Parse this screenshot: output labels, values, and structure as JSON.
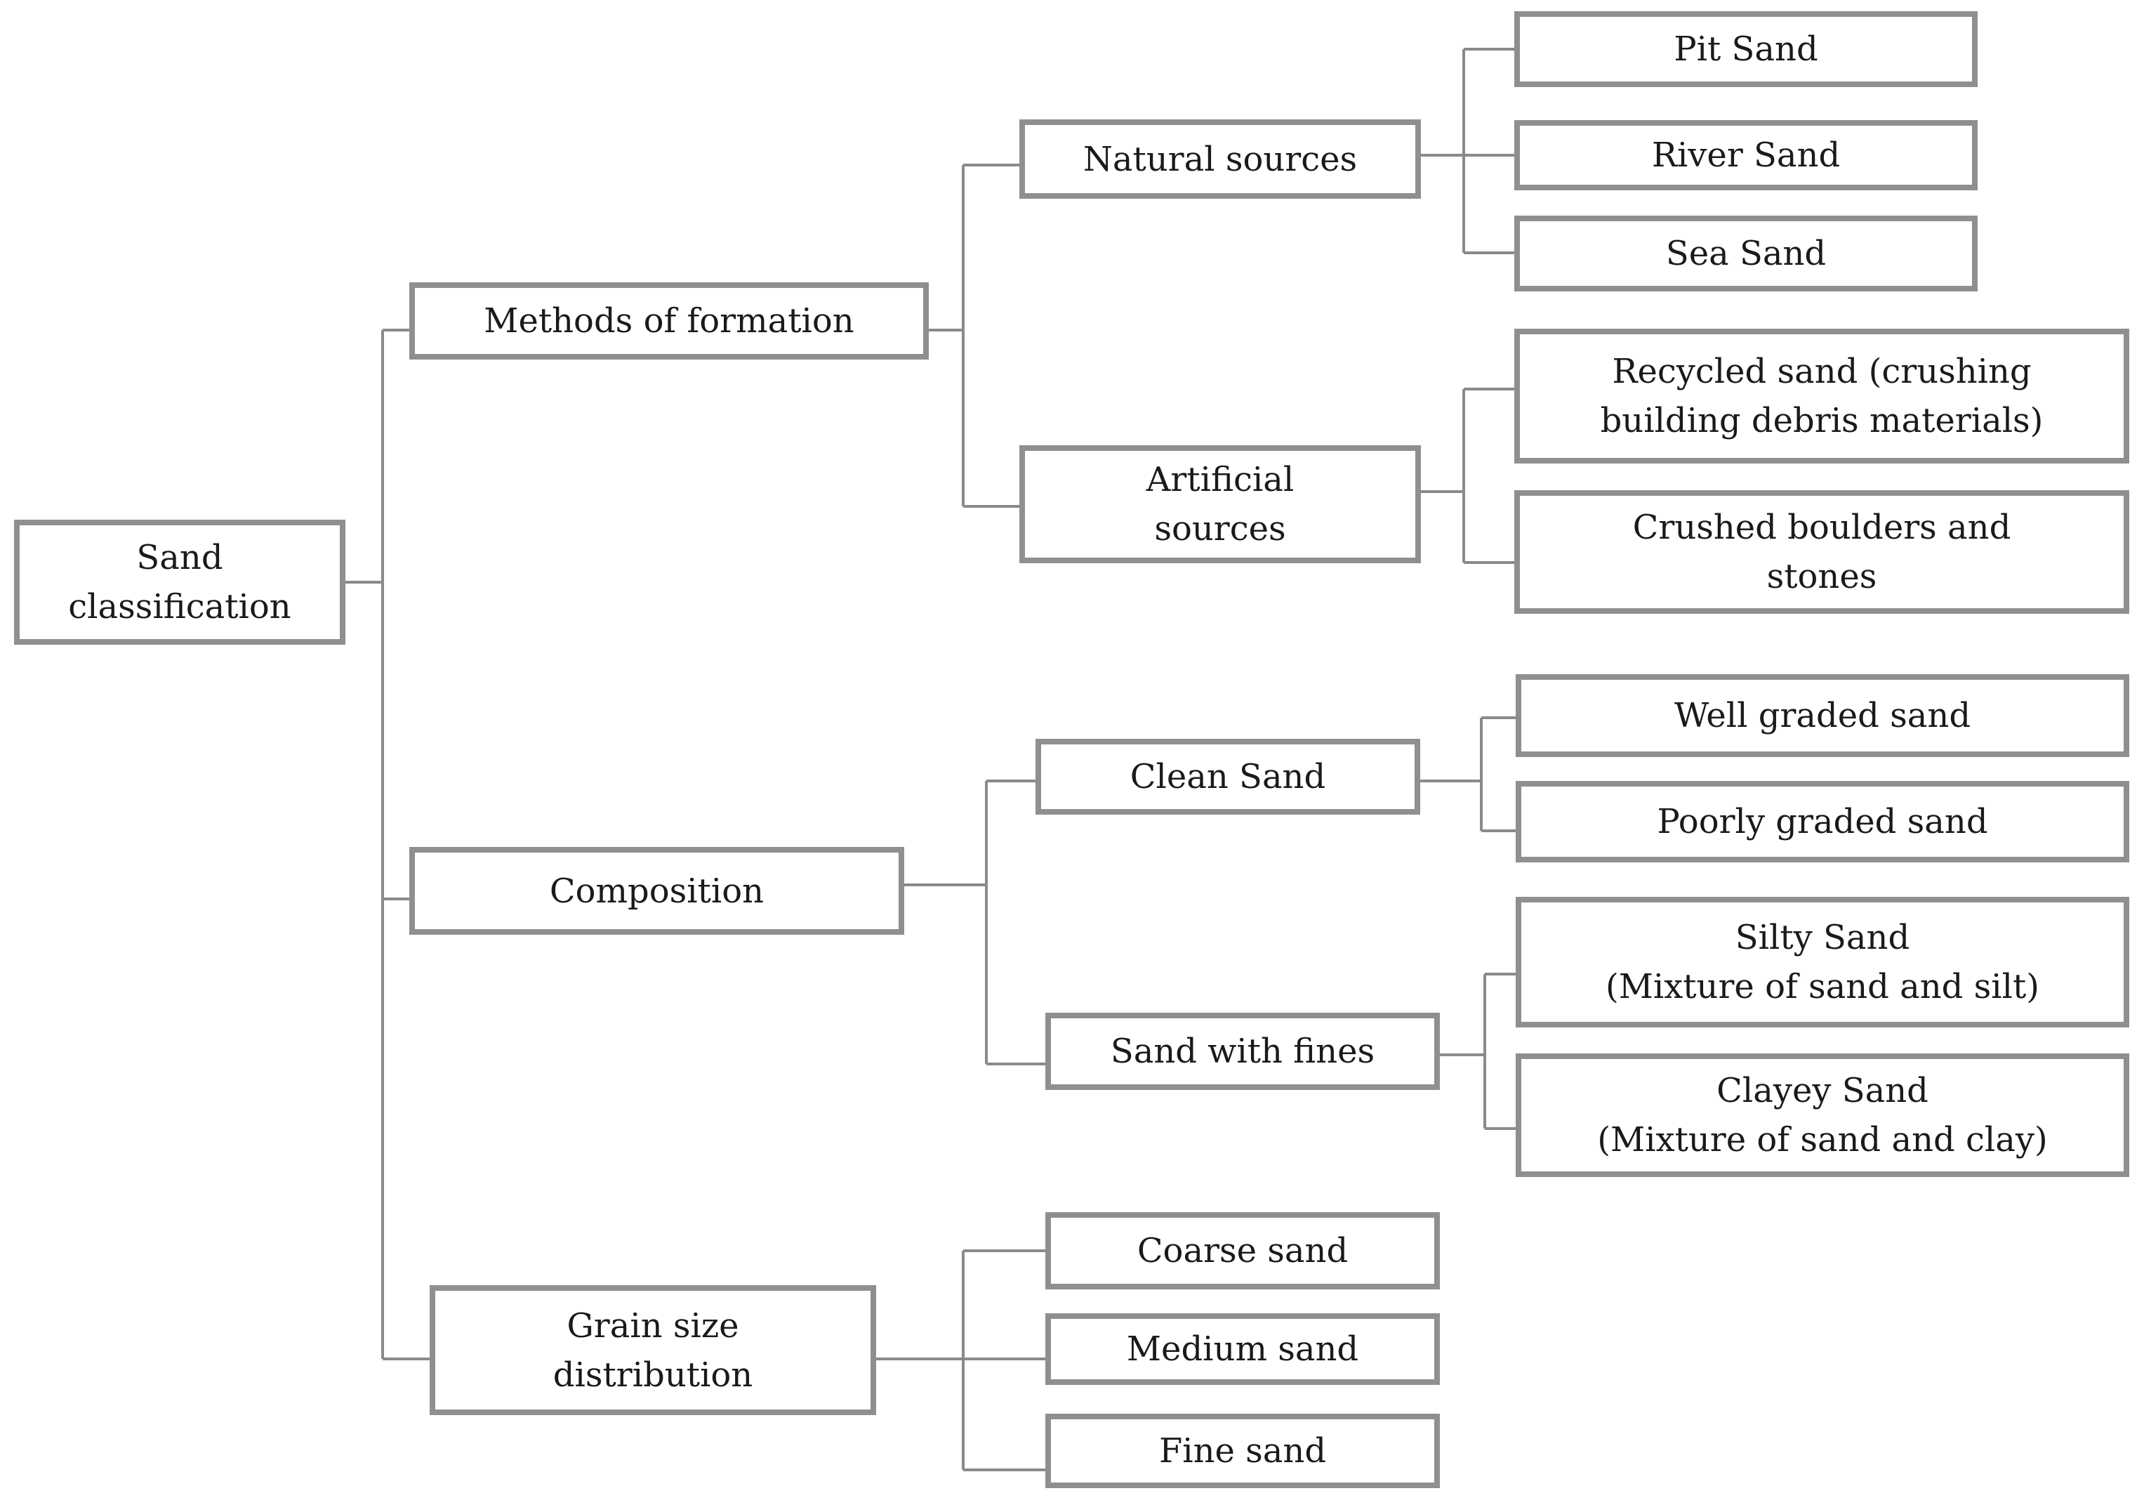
{
  "root": {
    "lines": [
      "Sand",
      "classification"
    ]
  },
  "formation": {
    "label": "Methods of formation",
    "natural": {
      "label": "Natural sources",
      "items": [
        "Pit Sand",
        "River Sand",
        "Sea Sand"
      ]
    },
    "artificial": {
      "lines": [
        "Artificial",
        "sources"
      ],
      "recycled": [
        "Recycled sand (crushing",
        "building debris materials)"
      ],
      "crushed": [
        "Crushed boulders and",
        "stones"
      ]
    }
  },
  "composition": {
    "label": "Composition",
    "clean": {
      "label": "Clean Sand",
      "items": [
        "Well graded sand",
        "Poorly graded sand"
      ]
    },
    "fines": {
      "label": "Sand with fines",
      "silty": [
        "Silty Sand",
        "(Mixture of sand and silt)"
      ],
      "clayey": [
        "Clayey Sand",
        "(Mixture of sand and clay)"
      ]
    }
  },
  "grain": {
    "lines": [
      "Grain size",
      "distribution"
    ],
    "items": [
      "Coarse sand",
      "Medium sand",
      "Fine sand"
    ]
  },
  "colors": {
    "border": "#8f8f8f",
    "line": "#8a8a8a",
    "text": "#1a1a1a"
  }
}
